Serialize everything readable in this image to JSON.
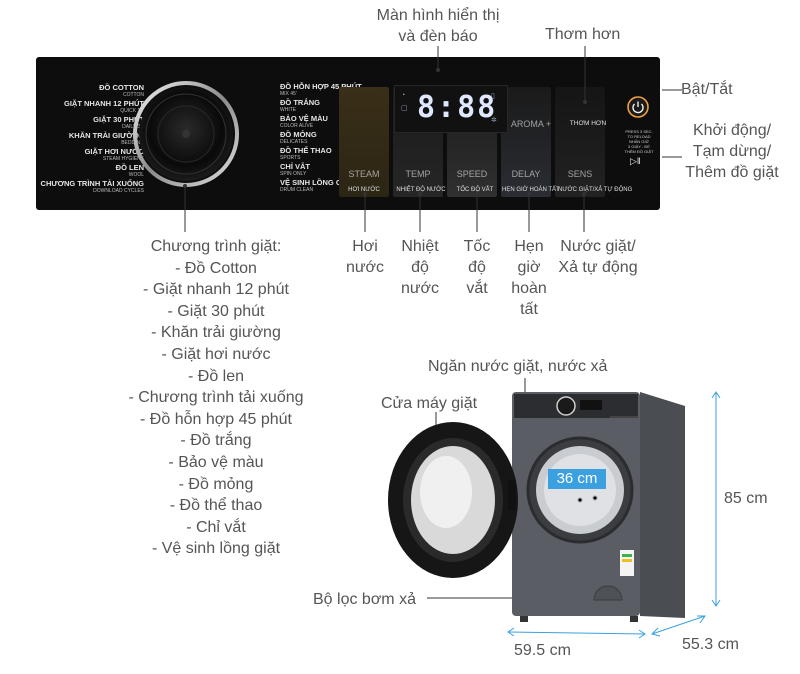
{
  "callouts": {
    "display": [
      "Màn hình hiển thị",
      "và đèn báo"
    ],
    "aroma": "Thơm hơn",
    "power": "Bật/Tắt",
    "start": [
      "Khởi động/",
      "Tạm dừng/",
      "Thêm đồ giặt"
    ],
    "programs_title": "Chương trình giặt:",
    "steam": [
      "Hơi",
      "nước"
    ],
    "temp": [
      "Nhiệt",
      "độ",
      "nước"
    ],
    "speed": [
      "Tốc",
      "độ",
      "vắt"
    ],
    "delay": [
      "Hẹn",
      "giờ",
      "hoàn",
      "tất"
    ],
    "detergent": [
      "Nước giặt/",
      "Xả tự động"
    ],
    "drawer": "Ngăn nước giặt, nước xả",
    "door": "Cửa máy giặt",
    "filter": "Bộ lọc bơm xả"
  },
  "programs": [
    "- Đồ Cotton",
    "- Giặt nhanh 12 phút",
    "- Giặt 30 phút",
    "- Khăn trải giường",
    "- Giặt hơi nước",
    "- Đồ len",
    "- Chương trình tải xuống",
    "- Đồ hỗn hợp 45 phút",
    "- Đồ trắng",
    "- Bảo vệ màu",
    "- Đồ mỏng",
    "- Đồ thể thao",
    "- Chỉ vắt",
    "- Vệ sinh lồng giặt"
  ],
  "dimensions": {
    "door_diameter": "36 cm",
    "height": "85 cm",
    "width": "59.5 cm",
    "depth": "55.3 cm"
  },
  "panel": {
    "display_digits": "8:88",
    "left_programs": [
      {
        "main": "ĐỒ COTTON",
        "sub": "COTTON"
      },
      {
        "main": "GIẶT NHANH 12 PHÚT",
        "sub": "QUICK 12'"
      },
      {
        "main": "GIẶT 30 PHÚT",
        "sub": "DAILY 30'"
      },
      {
        "main": "KHĂN TRẢI GIƯỜNG",
        "sub": "BEDDING"
      },
      {
        "main": "GIẶT HƠI NƯỚC",
        "sub": "STEAM HYGIENE"
      },
      {
        "main": "ĐỒ LEN",
        "sub": "WOOL"
      },
      {
        "main": "CHƯƠNG TRÌNH TẢI XUỐNG",
        "sub": "DOWNLOAD CYCLES"
      }
    ],
    "right_programs": [
      {
        "main": "ĐỒ HỖN HỢP 45 PHÚT",
        "sub": "MIX 45'"
      },
      {
        "main": "ĐỒ TRẮNG",
        "sub": "WHITE"
      },
      {
        "main": "BẢO VỆ MÀU",
        "sub": "COLOR ALIVE"
      },
      {
        "main": "ĐỒ MỎNG",
        "sub": "DELICATES"
      },
      {
        "main": "ĐỒ THỂ THAO",
        "sub": "SPORTS"
      },
      {
        "main": "CHỈ VẮT",
        "sub": "SPIN ONLY"
      },
      {
        "main": "VỆ SINH LỒNG GIẶT",
        "sub": "DRUM CLEAN"
      }
    ],
    "tile_labels": [
      "STEAM",
      "TEMP",
      "SPEED",
      "DELAY",
      "AROMA +",
      "SENS"
    ],
    "button_labels": [
      "HƠI NƯỚC",
      "NHIỆT ĐỘ NƯỚC",
      "TỐC ĐỘ VẮT",
      "HẸN GIỜ HOÀN TẤT",
      "NƯỚC GIẶT/XẢ TỰ ĐỘNG"
    ],
    "aroma_button": "THƠM HƠN",
    "start_hint": [
      "PRESS 3 SEC.",
      "TO RELOAD",
      "NHẤN GIỮ",
      "3 GIÂY - ĐỂ",
      "THÊM ĐỒ GIẶT"
    ]
  },
  "colors": {
    "panel": "#0d0d0d",
    "callout_text": "#555555",
    "dimension_line": "#3aa0e0",
    "machine_body": "#5a5d63",
    "display_digits": "#dfe8ff",
    "power_ring": "#f0a040"
  }
}
